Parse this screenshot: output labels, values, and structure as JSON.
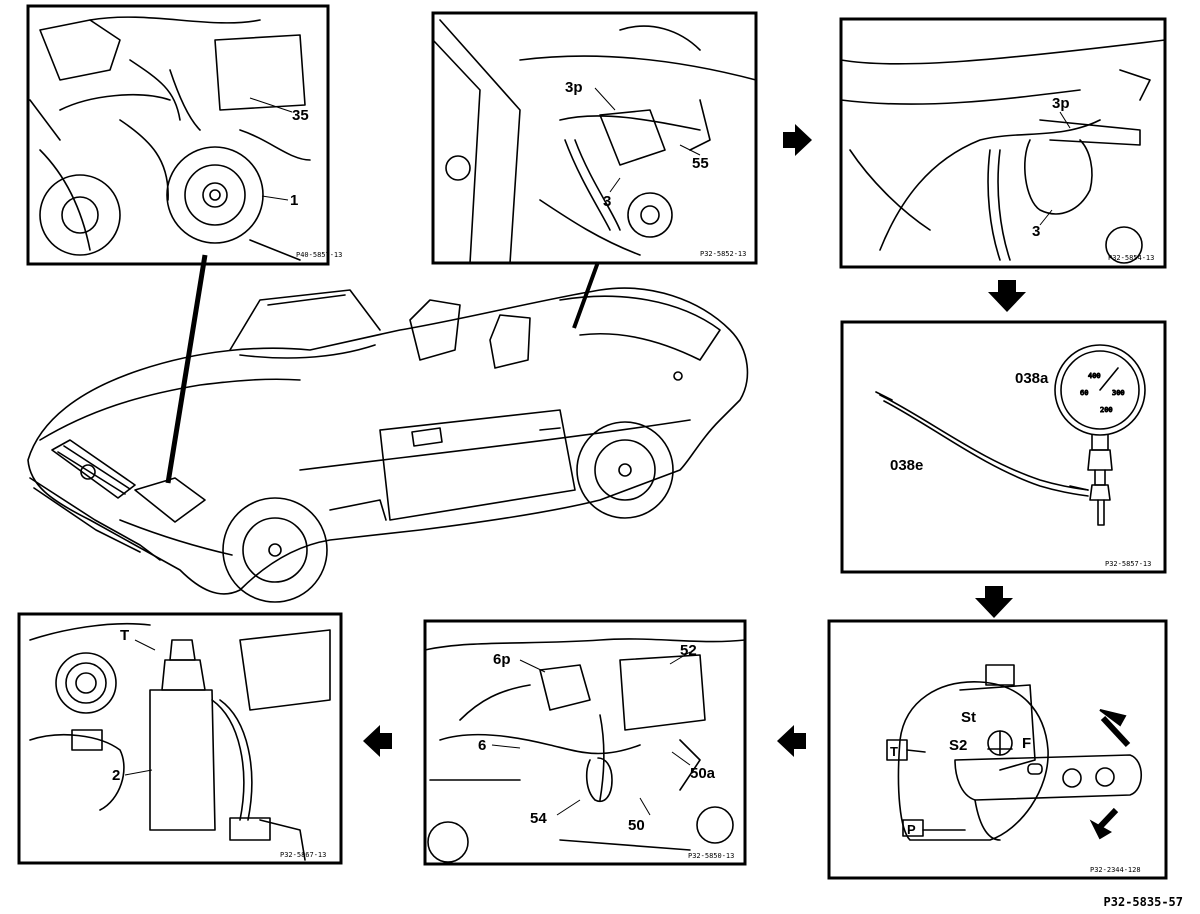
{
  "figure_ref": "P32-5835-57",
  "panels": {
    "engine": {
      "labels": [
        "35",
        "1"
      ],
      "ref": "P40-5857-13"
    },
    "rear": {
      "labels": [
        "3p",
        "55",
        "3"
      ],
      "ref": "P32-5852-13"
    },
    "valve": {
      "labels": [
        "3p",
        "3"
      ],
      "ref": "P32-5854-13"
    },
    "gauge": {
      "labels": [
        "038a",
        "038e"
      ],
      "ref": "P32-5857-13"
    },
    "selector": {
      "labels": [
        "St",
        "S2",
        "F",
        "T",
        "P"
      ],
      "ref": "P32-2344-128"
    },
    "pump": {
      "labels": [
        "6p",
        "52",
        "6",
        "50a",
        "54",
        "50"
      ],
      "ref": "P32-5850-13"
    },
    "reservoir": {
      "labels": [
        "T",
        "2"
      ],
      "ref": "P32-5867-13"
    }
  }
}
